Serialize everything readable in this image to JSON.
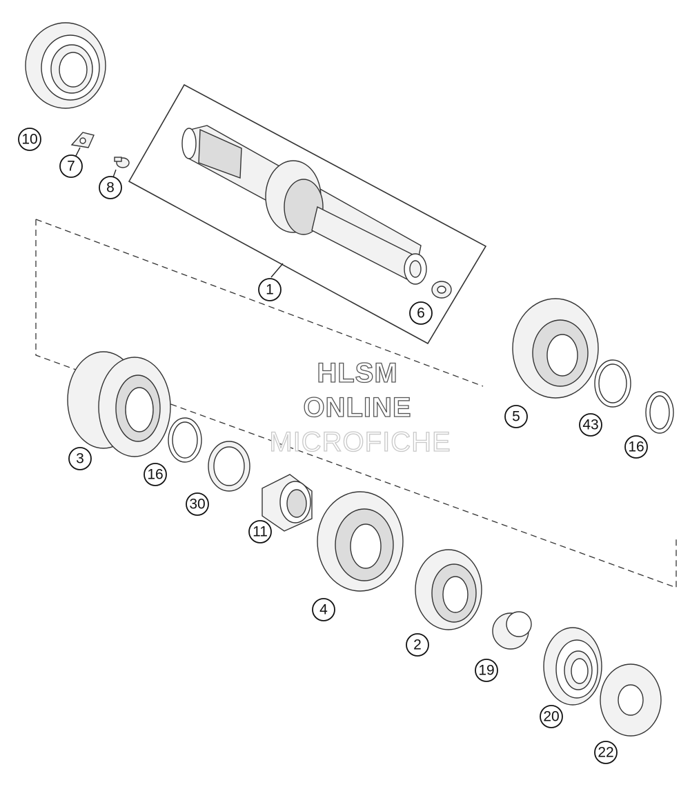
{
  "callouts": [
    {
      "id": "c1",
      "label": "1"
    },
    {
      "id": "c2",
      "label": "2"
    },
    {
      "id": "c3",
      "label": "3"
    },
    {
      "id": "c4",
      "label": "4"
    },
    {
      "id": "c5",
      "label": "5"
    },
    {
      "id": "c6",
      "label": "6"
    },
    {
      "id": "c7",
      "label": "7"
    },
    {
      "id": "c8",
      "label": "8"
    },
    {
      "id": "c10",
      "label": "10"
    },
    {
      "id": "c11",
      "label": "11"
    },
    {
      "id": "c16a",
      "label": "16"
    },
    {
      "id": "c16b",
      "label": "16"
    },
    {
      "id": "c19",
      "label": "19"
    },
    {
      "id": "c20",
      "label": "20"
    },
    {
      "id": "c22",
      "label": "22"
    },
    {
      "id": "c30",
      "label": "30"
    },
    {
      "id": "c43",
      "label": "43"
    }
  ],
  "watermark": {
    "line1": "HLSM",
    "line2": "ONLINE",
    "line3": "MICROFICHE"
  }
}
